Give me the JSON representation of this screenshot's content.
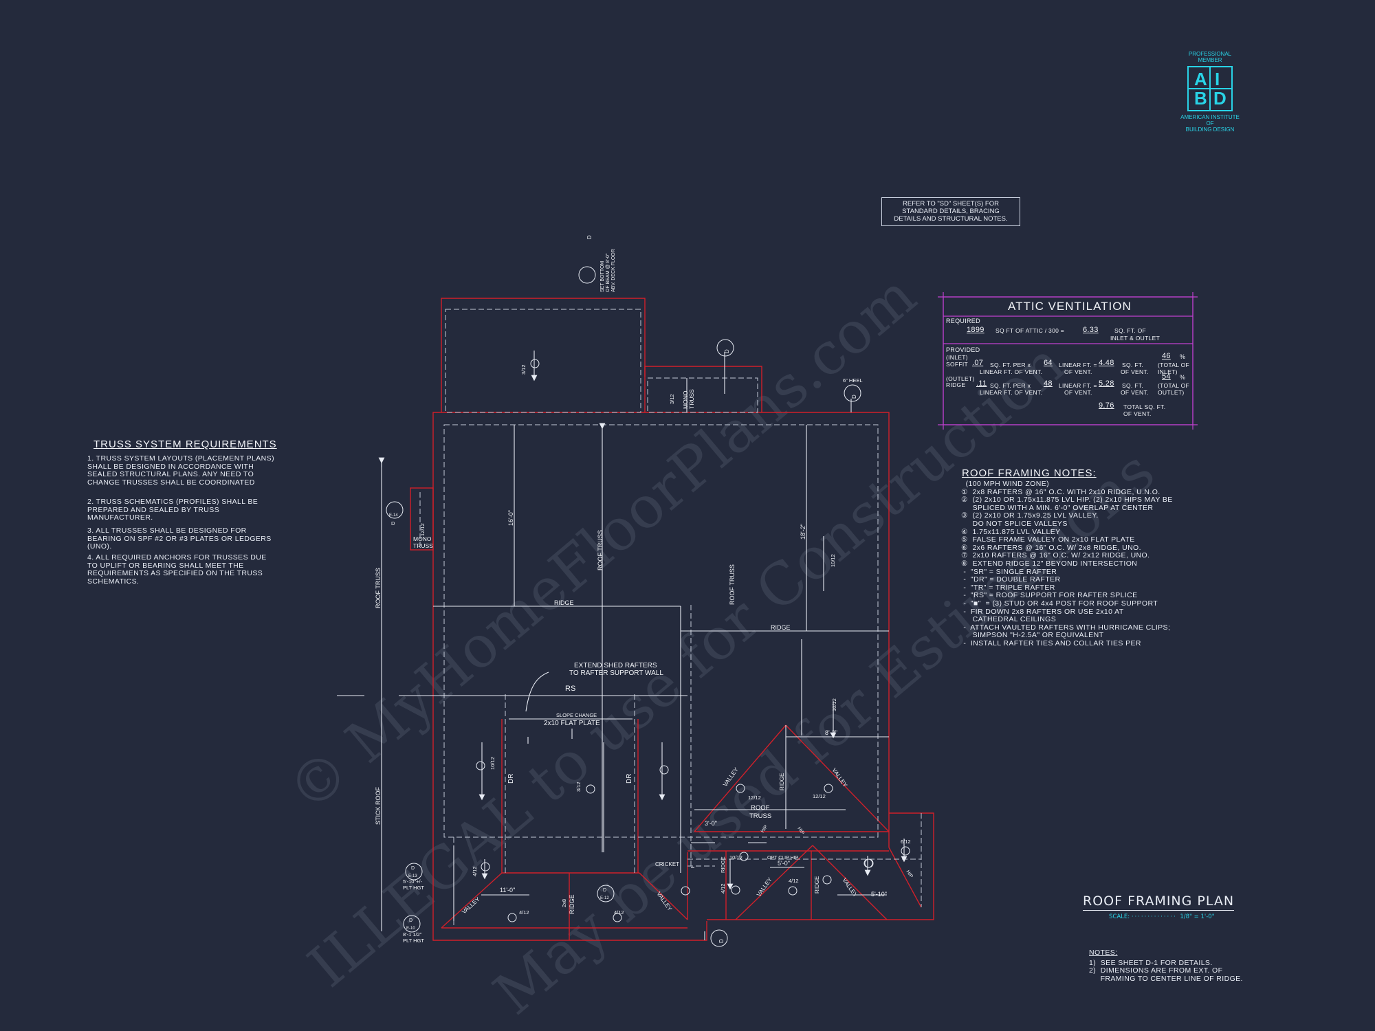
{
  "watermark": {
    "line1": "© MyHomeFloorPlans.com",
    "line2": "ILLEGAL to use for Construction",
    "line3": "May be used for Estimations"
  },
  "aibd": {
    "top_line1": "PROFESSIONAL",
    "top_line2": "MEMBER",
    "letters": [
      "A",
      "I",
      "B",
      "D"
    ],
    "bottom_line1": "AMERICAN INSTITUTE",
    "bottom_line2": "OF",
    "bottom_line3": "BUILDING DESIGN"
  },
  "reference_note": {
    "line1": "REFER TO \"SD\" SHEET(S) FOR",
    "line2": "STANDARD DETAILS, BRACING",
    "line3": "DETAILS AND STRUCTURAL NOTES."
  },
  "attic": {
    "title": "ATTIC VENTILATION",
    "required_label": "REQUIRED",
    "required_value": "1899",
    "required_text": "SQ FT OF ATTIC / 300 =",
    "required_result": "6.33",
    "required_unit1": "SQ. FT. OF",
    "required_unit2": "INLET & OUTLET",
    "provided_label": "PROVIDED",
    "inlet_label": "(INLET)",
    "soffit_label": "SOFFIT",
    "soffit_value": ".07",
    "soffit_per": "SQ. FT. PER x",
    "soffit_per2": "LINEAR FT. OF VENT.",
    "soffit_lf": "64",
    "soffit_lf_label": "LINEAR FT. =",
    "soffit_lf_label2": "OF VENT.",
    "soffit_total": "4.48",
    "soffit_total_label": "SQ. FT.",
    "soffit_total_label2": "OF VENT.",
    "soffit_pct": "46",
    "soffit_pct_sym": "%",
    "soffit_pct_label": "(TOTAL OF",
    "soffit_pct_label2": "INLET)",
    "outlet_label": "(OUTLET)",
    "ridge_label": "RIDGE",
    "ridge_value": ".11",
    "ridge_per": "SQ. FT. PER x",
    "ridge_per2": "LINEAR FT. OF VENT.",
    "ridge_lf": "48",
    "ridge_lf_label": "LINEAR FT. =",
    "ridge_lf_label2": "OF VENT.",
    "ridge_total": "5.28",
    "ridge_total_label": "SQ. FT.",
    "ridge_total_label2": "OF VENT.",
    "ridge_pct": "54",
    "ridge_pct_sym": "%",
    "ridge_pct_label": "(TOTAL OF",
    "ridge_pct_label2": "OUTLET)",
    "grand_total": "9.76",
    "grand_total_label": "TOTAL SQ. FT.",
    "grand_total_label2": "OF VENT."
  },
  "truss_requirements": {
    "title": "TRUSS SYSTEM REQUIREMENTS",
    "items": [
      "1. TRUSS SYSTEM LAYOUTS (PLACEMENT PLANS)\nSHALL BE DESIGNED IN ACCORDANCE WITH\nSEALED STRUCTURAL PLANS. ANY NEED TO\nCHANGE TRUSSES SHALL BE COORDINATED",
      "2. TRUSS SCHEMATICS (PROFILES) SHALL BE\nPREPARED AND SEALED BY TRUSS\nMANUFACTURER.",
      "3. ALL TRUSSES SHALL BE DESIGNED FOR\nBEARING ON SPF #2 OR #3 PLATES OR LEDGERS\n(UNO).",
      "4. ALL REQUIRED ANCHORS FOR TRUSSES DUE\nTO UPLIFT OR BEARING SHALL MEET THE\nREQUIREMENTS AS SPECIFIED ON THE TRUSS\nSCHEMATICS."
    ]
  },
  "roof_notes": {
    "title": "ROOF FRAMING NOTES:",
    "lines": [
      "  (100 MPH WIND ZONE)",
      "①  2x8 RAFTERS @ 16\" O.C. WITH 2x10 RIDGE, U.N.O.",
      "②  (2) 2x10 OR 1.75x11.875 LVL HIP. (2) 2x10 HIPS MAY BE",
      "     SPLICED WITH A MIN. 6'-0\" OVERLAP AT CENTER",
      "③  (2) 2x10 OR 1.75x9.25 LVL VALLEY.",
      "     DO NOT SPLICE VALLEYS",
      "④  1.75x11.875 LVL VALLEY",
      "⑤  FALSE FRAME VALLEY ON 2x10 FLAT PLATE",
      "⑥  2x6 RAFTERS @ 16\" O.C. W/ 2x8 RIDGE, UNO.",
      "⑦  2x10 RAFTERS @ 16\" O.C. W/ 2x12 RIDGE, UNO.",
      "⑧  EXTEND RIDGE 12\" BEYOND INTERSECTION",
      " -  \"SR\" = SINGLE RAFTER",
      " -  \"DR\" = DOUBLE RAFTER",
      " -  \"TR\" = TRIPLE RAFTER",
      " -  \"RS\" = ROOF SUPPORT FOR RAFTER SPLICE",
      " -  \"■\"  = (3) STUD OR 4x4 POST FOR ROOF SUPPORT",
      " -  FIR DOWN 2x8 RAFTERS OR USE 2x10 AT",
      "     CATHEDRAL CEILINGS",
      " -  ATTACH VAULTED RAFTERS WITH HURRICANE CLIPS;",
      "     SIMPSON \"H-2.5A\" OR EQUIVALENT",
      " -  INSTALL RAFTER TIES AND COLLAR TIES PER"
    ]
  },
  "title_block": {
    "title": "ROOF FRAMING PLAN",
    "scale_label": "SCALE:",
    "scale_value": "1/8\" = 1'-0\""
  },
  "bottom_notes": {
    "title": "NOTES:",
    "lines": [
      "1)  SEE SHEET D-1 FOR DETAILS.",
      "2)  DIMENSIONS ARE FROM EXT. OF",
      "     FRAMING TO CENTER LINE OF RIDGE."
    ]
  },
  "plan_labels": {
    "ridge": "RIDGE",
    "roof_truss": "ROOF TRUSS",
    "roof": "ROOF",
    "truss": "TRUSS",
    "mono": "MONO",
    "stick_roof": "STICK ROOF",
    "rs": "RS",
    "dr": "DR",
    "valley": "VALLEY",
    "hip": "HIP",
    "cricket": "CRICKET",
    "slope_change": "SLOPE CHANGE",
    "flat_plate": "2x10 FLAT PLATE",
    "extend_shed1": "EXTEND SHED RAFTERS",
    "extend_shed2": "TO RAFTER SUPPORT WALL",
    "opt_clip_hip": "OPT CLIP HIP",
    "heel": "6\" HEEL",
    "plt1": "5'-10\"+/-",
    "plt1b": "PLT HGT",
    "plt2": "8'-1 1/2\"",
    "plt2b": "PLT HGT",
    "set_bottom": "SET BOTTOM",
    "set_bottom2": "OF BEAM @ 8'-0\"",
    "set_bottom3": "ABV. DECK FLOOR",
    "dim_16": "16'-0\"",
    "dim_18": "18'-2\"",
    "dim_8": "8'-2\"",
    "dim_3": "3'-0\"",
    "dim_5a": "5'-0\"",
    "dim_11": "11'-0\"",
    "dim_5b": "5'-10\"",
    "p3_12": "3/12",
    "p12_12": "12/12",
    "p10_12": "10/12",
    "p4_12": "4/12",
    "p6_12": "6/12",
    "p12_12b": "12/12",
    "rafter_2x8": "2x8",
    "bubble_d": "D",
    "bubble_e14": "E-14",
    "bubble_e13": "E-13",
    "bubble_e10": "E-10",
    "bubble_e12": "E-12"
  },
  "colors": {
    "background": "#242a3c",
    "roof_outline": "#d0202a",
    "linework": "#e8ecf4",
    "dashed": "#c4cad8",
    "table_border": "#c040d0",
    "logo": "#29d3e6"
  }
}
